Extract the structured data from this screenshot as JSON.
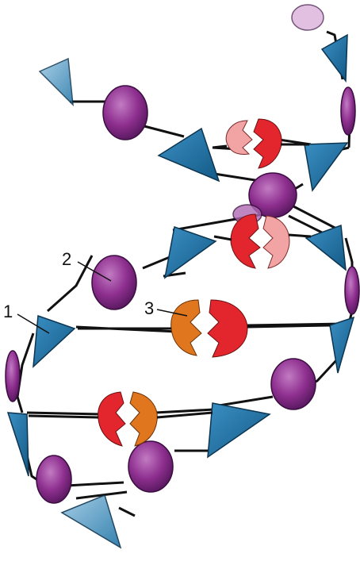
{
  "labels": {
    "one": "1",
    "two": "2",
    "three": "3"
  },
  "colors": {
    "phosphate_fill": "#8e2f8f",
    "phosphate_light": "#b560b4",
    "sugar_blue": "#1f74a6",
    "sugar_light": "#7fb8da",
    "base_red": "#e3262d",
    "base_pink": "#f2a3a3",
    "base_orange": "#e0761e",
    "backbone": "#111111"
  }
}
